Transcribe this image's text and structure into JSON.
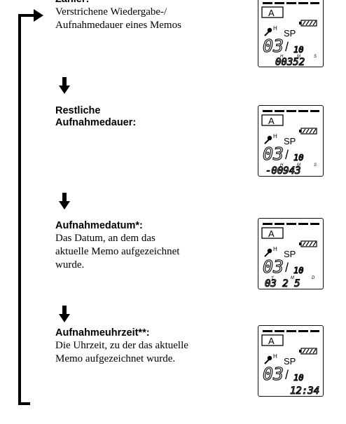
{
  "steps": [
    {
      "heading": "Zähler:",
      "description": [
        "Verstrichene Wiedergabe-/",
        "Aufnahmedauer eines Memos"
      ],
      "display": {
        "folder": "A",
        "mic_sens": "H",
        "mode": "SP",
        "memo": "03",
        "total": "10",
        "units": [
          "H",
          "M",
          "S"
        ],
        "readout": "00352"
      }
    },
    {
      "heading": [
        "Restliche",
        "Aufnahmedauer:"
      ],
      "description": [],
      "display": {
        "folder": "A",
        "mic_sens": "H",
        "mode": "SP",
        "memo": "03",
        "total": "10",
        "units": [
          "H",
          "M",
          "S"
        ],
        "readout": "-00943"
      }
    },
    {
      "heading": "Aufnahmedatum*:",
      "description": [
        "Das Datum, an dem das",
        "aktuelle Memo aufgezeichnet",
        "wurde."
      ],
      "display": {
        "folder": "A",
        "mic_sens": "H",
        "mode": "SP",
        "memo": "03",
        "total": "10",
        "units": [
          "Y",
          "M",
          "D"
        ],
        "readout": "03 2 5"
      }
    },
    {
      "heading": "Aufnahmeuhrzeit**:",
      "description": [
        "Die Uhrzeit, zu der das aktuelle",
        "Memo aufgezeichnet wurde."
      ],
      "display": {
        "folder": "A",
        "mic_sens": "H",
        "mode": "SP",
        "memo": "03",
        "total": "10",
        "units": [],
        "readout": "12:34"
      }
    }
  ],
  "icons": {
    "arrow": "down-arrow-icon",
    "loop": "return-loop-arrow-icon",
    "mic": "microphone-icon",
    "battery": "battery-icon"
  }
}
